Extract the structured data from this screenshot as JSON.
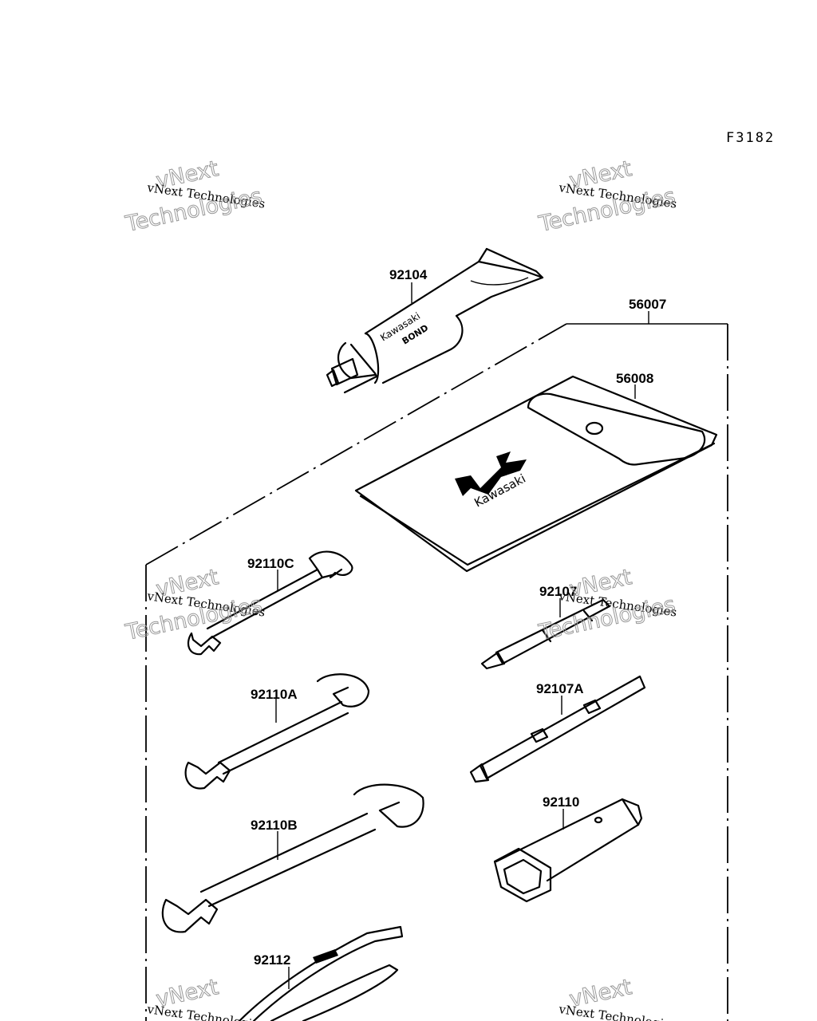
{
  "diagram": {
    "figure_code": "F3182",
    "labels": {
      "tube": "92104",
      "kit": "56007",
      "bag": "56008",
      "wrench_c": "92110C",
      "wrench_a": "92110A",
      "wrench_b": "92110B",
      "screwdriver": "92107",
      "screwdriver_a": "92107A",
      "box_wrench": "92110",
      "pliers": "92112"
    },
    "tube_text": {
      "line1": "Kawasaki",
      "line2": "BOND"
    },
    "bag_text": "Kawasaki"
  },
  "watermark": {
    "line_small": "vNext Technologies",
    "line_big_1": "vNext",
    "line_big_2": "Technologies"
  }
}
